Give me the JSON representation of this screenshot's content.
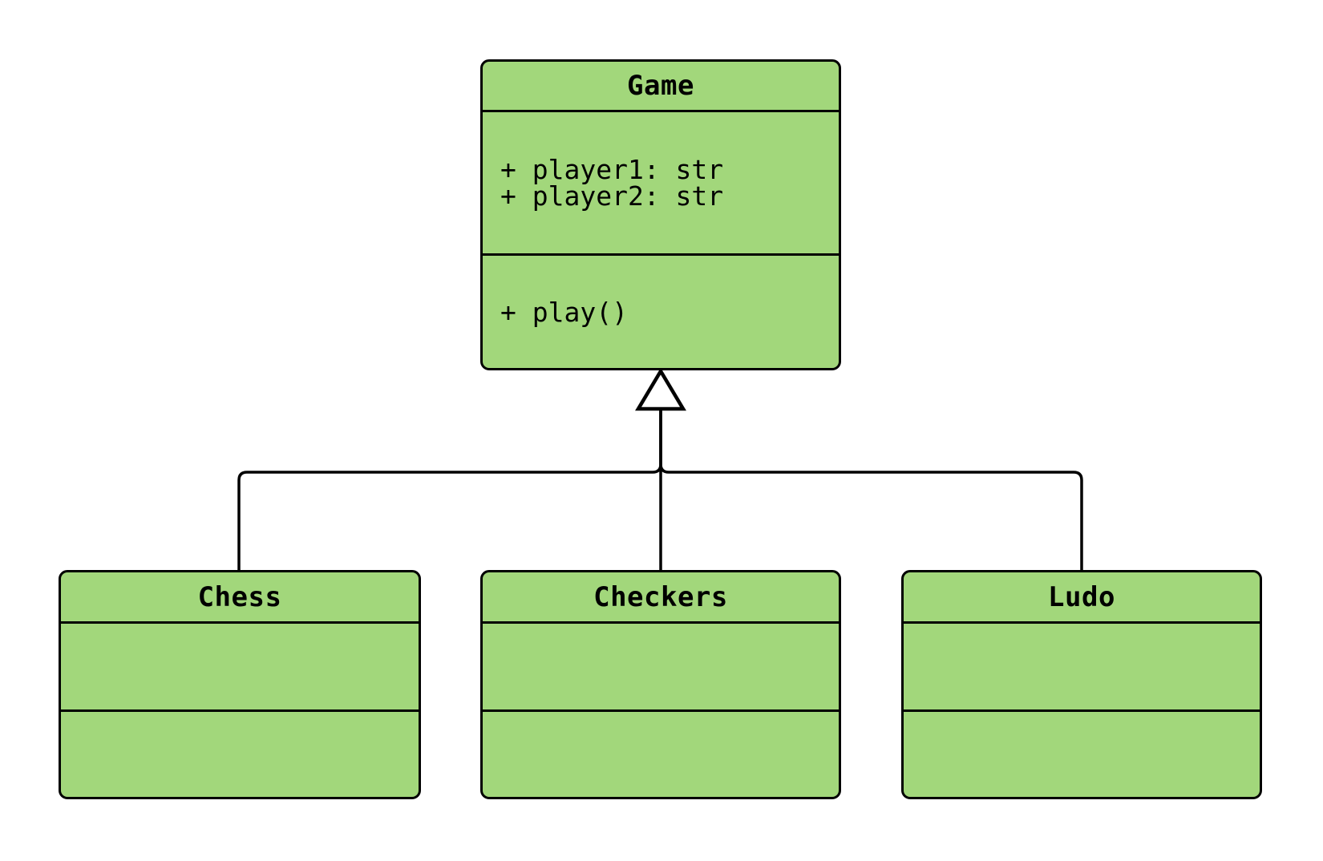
{
  "diagram": {
    "type": "uml-class-diagram",
    "colors": {
      "class_fill": "#A2D77B",
      "stroke": "#000000",
      "background": "#FFFFFF",
      "text": "#000000"
    },
    "classes": [
      {
        "name": "Game",
        "attributes": [
          "+ player1: str",
          "+ player2: str"
        ],
        "methods": [
          "+ play()"
        ]
      },
      {
        "name": "Chess",
        "attributes": [],
        "methods": []
      },
      {
        "name": "Checkers",
        "attributes": [],
        "methods": []
      },
      {
        "name": "Ludo",
        "attributes": [],
        "methods": []
      }
    ],
    "relations": [
      {
        "type": "inheritance",
        "from": "Chess",
        "to": "Game"
      },
      {
        "type": "inheritance",
        "from": "Checkers",
        "to": "Game"
      },
      {
        "type": "inheritance",
        "from": "Ludo",
        "to": "Game"
      }
    ]
  }
}
